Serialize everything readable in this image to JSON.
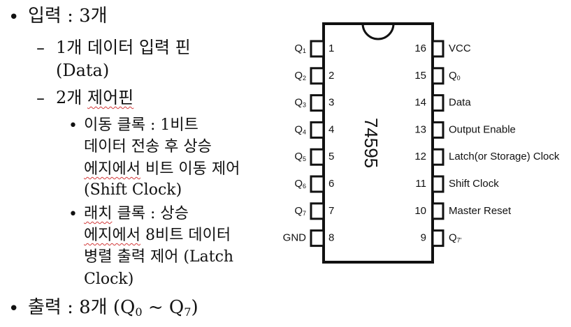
{
  "outline": {
    "input": {
      "title": "입력",
      "sep": " : ",
      "count": "3개",
      "data_pin": {
        "text": "1개 데이터 입력 핀",
        "sub": "(Data)"
      },
      "control": {
        "text_a": "2개 ",
        "text_b": "제어핀",
        "shift": {
          "name": "이동 클록",
          "sep": " : ",
          "desc1": "1비트",
          "desc2": "데이터 전송 후 상승",
          "desc3a": "에지에서",
          "desc3b": " 비트 이동 제어",
          "desc4": "(Shift Clock)"
        },
        "latch": {
          "name_a": "래치",
          "name_b": "클록",
          "sep": " : ",
          "desc1": "상승",
          "desc2a": "에지에서",
          "desc2b": " 8비트 데이터",
          "desc3": "병렬 출력 제어 (Latch",
          "desc4": "Clock)"
        }
      }
    },
    "output": {
      "title": "출력",
      "sep": " : ",
      "count": "8개 (Q",
      "s1": "0",
      "tilde": " ~ Q",
      "s2": "7",
      "close": ")"
    },
    "bullets": {
      "main": "•",
      "dash": "–",
      "small": "•"
    }
  },
  "chip": {
    "name": "74595",
    "left_pins": [
      {
        "num": "1",
        "label": "Q",
        "sub": "1"
      },
      {
        "num": "2",
        "label": "Q",
        "sub": "2"
      },
      {
        "num": "3",
        "label": "Q",
        "sub": "3"
      },
      {
        "num": "4",
        "label": "Q",
        "sub": "4"
      },
      {
        "num": "5",
        "label": "Q",
        "sub": "5"
      },
      {
        "num": "6",
        "label": "Q",
        "sub": "6"
      },
      {
        "num": "7",
        "label": "Q",
        "sub": "7"
      },
      {
        "num": "8",
        "label": "GND",
        "sub": ""
      }
    ],
    "right_pins": [
      {
        "num": "16",
        "label": "VCC",
        "sub": ""
      },
      {
        "num": "15",
        "label": "Q",
        "sub": "0"
      },
      {
        "num": "14",
        "label": "Data",
        "sub": ""
      },
      {
        "num": "13",
        "label": "Output Enable",
        "sub": ""
      },
      {
        "num": "12",
        "label": "Latch(or Storage) Clock",
        "sub": ""
      },
      {
        "num": "11",
        "label": "Shift Clock",
        "sub": ""
      },
      {
        "num": "10",
        "label": "Master Reset",
        "sub": ""
      },
      {
        "num": "9",
        "label": "Q",
        "sub": "7′"
      }
    ]
  }
}
